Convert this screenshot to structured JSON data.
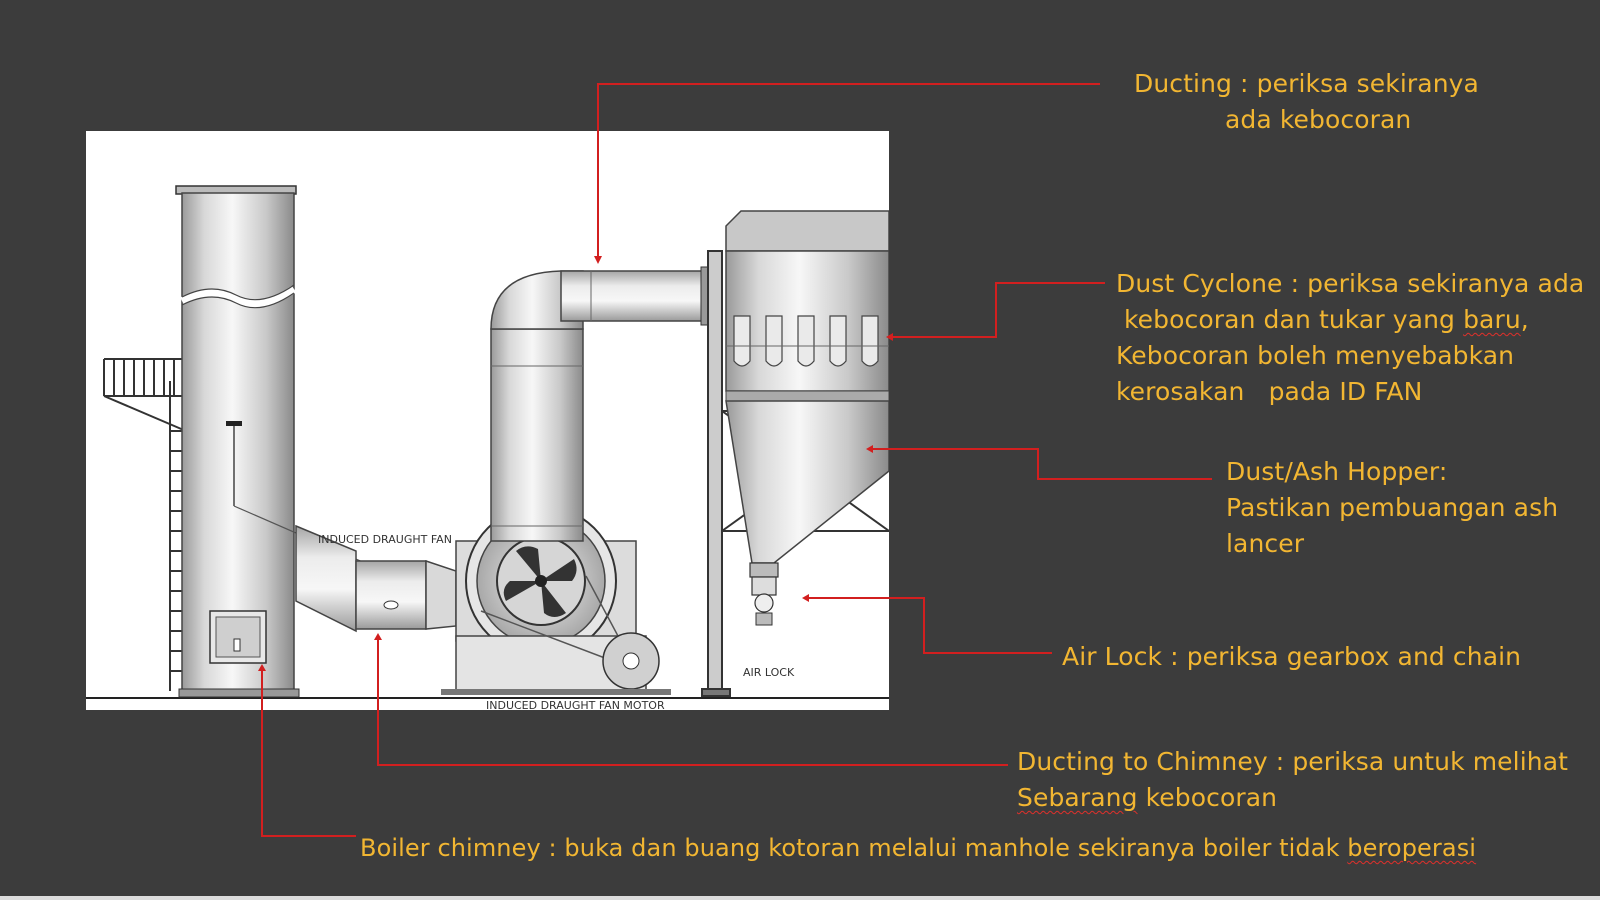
{
  "colors": {
    "background": "#3c3c3c",
    "annotation_text": "#f2b632",
    "leader_line": "#d21f1f",
    "panel": "#ffffff"
  },
  "diagram": {
    "labels": {
      "induced_draught_fan": "INDUCED DRAUGHT FAN",
      "air_lock": "AIR LOCK",
      "motor": "INDUCED DRAUGHT FAN MOTOR"
    }
  },
  "annotations": {
    "ducting": {
      "line1": "Ducting : periksa sekiranya",
      "line2": "ada kebocoran"
    },
    "dust_cyclone": {
      "line1": "Dust Cyclone : periksa sekiranya ada",
      "line2_pre": "kebocoran dan tukar yang ",
      "line2_word": "baru",
      "line2_post": ",",
      "line3": "Kebocoran boleh menyebabkan",
      "line4": "kerosakan   pada ID FAN"
    },
    "hopper": {
      "line1": "Dust/Ash Hopper:",
      "line2": "Pastikan pembuangan ash",
      "line3": "lancer"
    },
    "air_lock": {
      "line1": "Air Lock : periksa gearbox and chain"
    },
    "ducting_chimney": {
      "line1": "Ducting to Chimney : periksa untuk melihat",
      "line2_word": "Sebarang",
      "line2_post": " kebocoran"
    },
    "boiler_chimney": {
      "line1_pre": "Boiler chimney : buka dan buang kotoran melalui manhole sekiranya boiler tidak ",
      "line1_word": "beroperasi"
    }
  }
}
